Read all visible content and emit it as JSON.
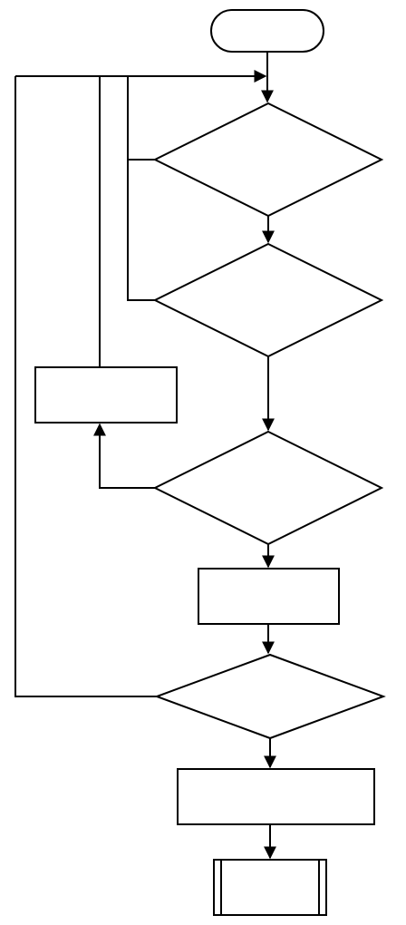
{
  "diagram": {
    "line_color": "#000000",
    "fill_color": "#ffffff",
    "nodes": [
      {
        "id": "start",
        "shape": "terminal",
        "label": ""
      },
      {
        "id": "decision-1",
        "shape": "decision",
        "label": ""
      },
      {
        "id": "decision-2",
        "shape": "decision",
        "label": ""
      },
      {
        "id": "process-side",
        "shape": "process",
        "label": ""
      },
      {
        "id": "decision-3",
        "shape": "decision",
        "label": ""
      },
      {
        "id": "process-1",
        "shape": "process",
        "label": ""
      },
      {
        "id": "decision-4",
        "shape": "decision",
        "label": ""
      },
      {
        "id": "process-2",
        "shape": "process",
        "label": ""
      },
      {
        "id": "end-subroutine",
        "shape": "predefined-process",
        "label": ""
      }
    ]
  }
}
